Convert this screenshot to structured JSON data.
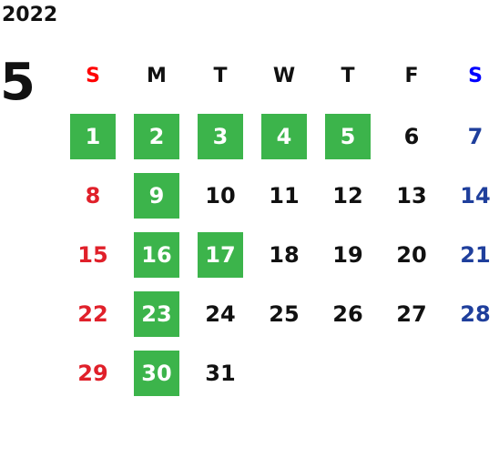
{
  "year": "2022",
  "month": "5",
  "weekdays": [
    "S",
    "M",
    "T",
    "W",
    "T",
    "F",
    "S"
  ],
  "colors": {
    "highlight": "#3cb44b",
    "sunday": "#e0202a",
    "saturday": "#1f3f9c",
    "sunday_header": "#ff0000",
    "saturday_header": "#0000ff"
  },
  "weeks": [
    [
      {
        "d": "1",
        "hl": true
      },
      {
        "d": "2",
        "hl": true
      },
      {
        "d": "3",
        "hl": true
      },
      {
        "d": "4",
        "hl": true
      },
      {
        "d": "5",
        "hl": true
      },
      {
        "d": "6",
        "hl": false
      },
      {
        "d": "7",
        "hl": false
      }
    ],
    [
      {
        "d": "8",
        "hl": false
      },
      {
        "d": "9",
        "hl": true
      },
      {
        "d": "10",
        "hl": false
      },
      {
        "d": "11",
        "hl": false
      },
      {
        "d": "12",
        "hl": false
      },
      {
        "d": "13",
        "hl": false
      },
      {
        "d": "14",
        "hl": false
      }
    ],
    [
      {
        "d": "15",
        "hl": false
      },
      {
        "d": "16",
        "hl": true
      },
      {
        "d": "17",
        "hl": true
      },
      {
        "d": "18",
        "hl": false
      },
      {
        "d": "19",
        "hl": false
      },
      {
        "d": "20",
        "hl": false
      },
      {
        "d": "21",
        "hl": false
      }
    ],
    [
      {
        "d": "22",
        "hl": false
      },
      {
        "d": "23",
        "hl": true
      },
      {
        "d": "24",
        "hl": false
      },
      {
        "d": "25",
        "hl": false
      },
      {
        "d": "26",
        "hl": false
      },
      {
        "d": "27",
        "hl": false
      },
      {
        "d": "28",
        "hl": false
      }
    ],
    [
      {
        "d": "29",
        "hl": false
      },
      {
        "d": "30",
        "hl": true
      },
      {
        "d": "31",
        "hl": false
      }
    ]
  ]
}
